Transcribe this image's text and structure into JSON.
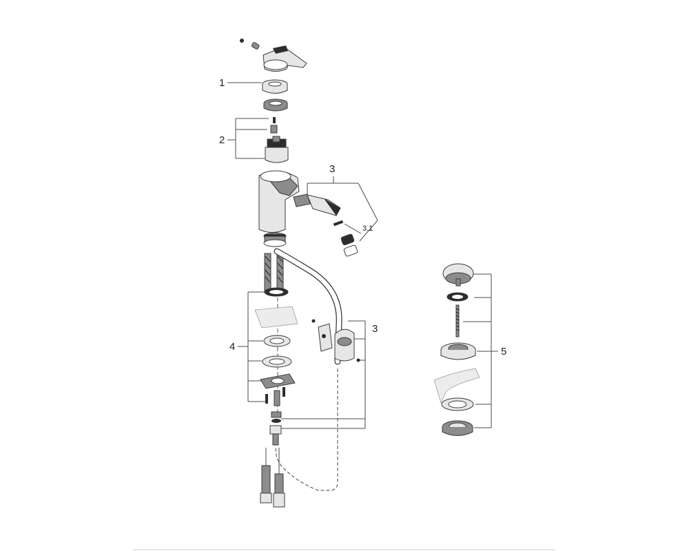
{
  "diagram": {
    "callouts": {
      "c1": "1",
      "c2": "2",
      "c3_top": "3",
      "c3_1": "3.1",
      "c3_mid": "3",
      "c4": "4",
      "c5": "5"
    }
  }
}
